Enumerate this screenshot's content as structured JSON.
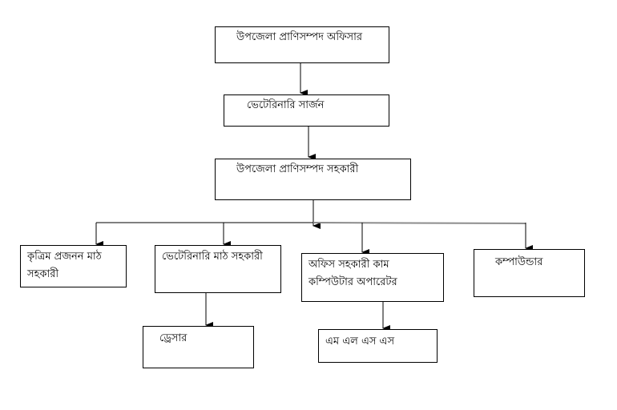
{
  "nodes": {
    "officer": "উপজেলা প্রাণিসম্পদ অফিসার",
    "surgeon": "ভেটেরিনারি সার্জন",
    "assistant": "উপজেলা প্রাণিসম্পদ সহকারী",
    "ai_field_assistant": "কৃত্রিম প্রজনন মাঠ সহকারী",
    "vet_field_assistant": "ভেটেরিনারি মাঠ সহকারী",
    "office_assistant_line1": "অফিস সহকারী কাম",
    "office_assistant_line2": "কম্পিউটার অপারেটর",
    "compounder": "কম্পাউন্ডার",
    "dresser": "ড্রেসার",
    "mlss": "এম এল এস এস"
  },
  "colors": {
    "line": "#000000",
    "line_secondary": "#8c8c8c"
  }
}
